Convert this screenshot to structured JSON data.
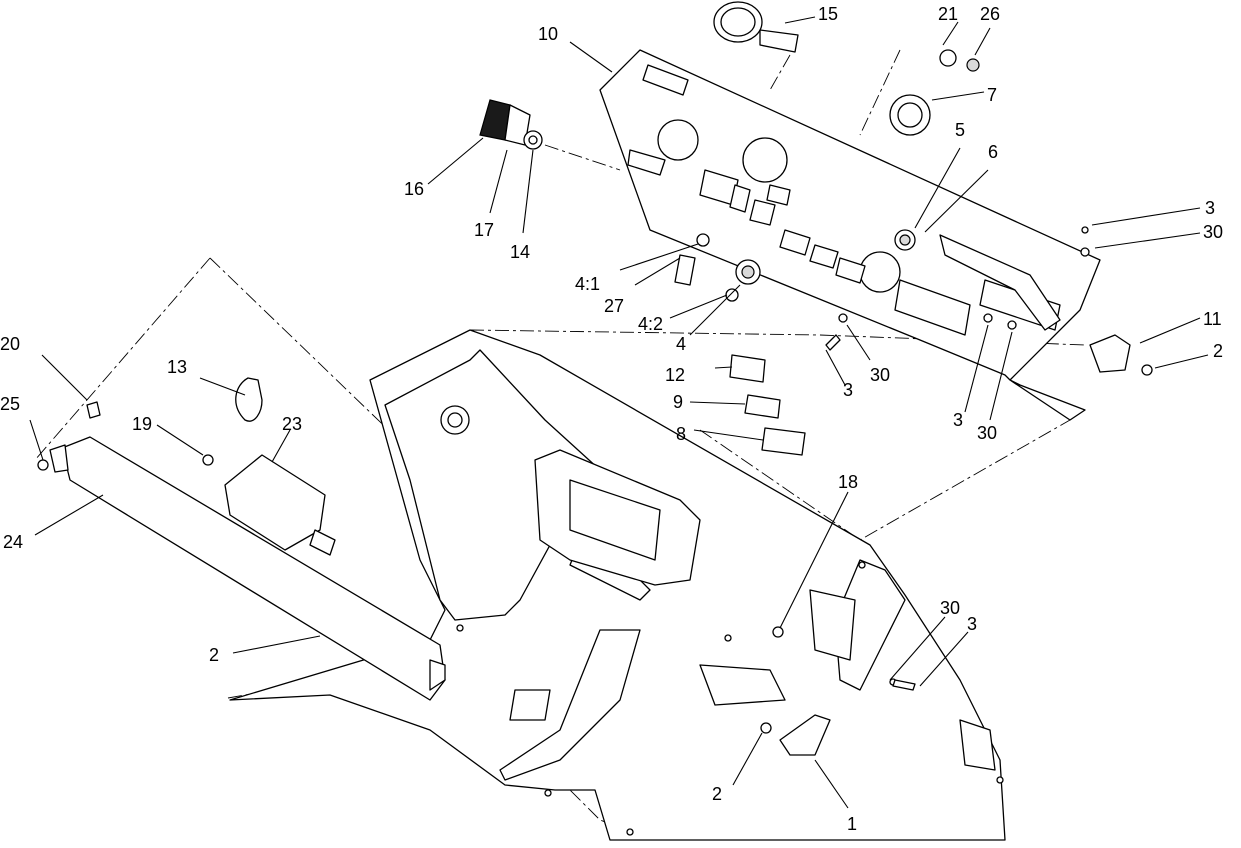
{
  "callouts": {
    "c1": "1",
    "c2a": "2",
    "c2b": "2",
    "c2c": "2",
    "c3a": "3",
    "c3b": "3",
    "c3c": "3",
    "c3d": "3",
    "c4": "4",
    "c4_1": "4:1",
    "c4_2": "4:2",
    "c5": "5",
    "c6": "6",
    "c7": "7",
    "c8": "8",
    "c9": "9",
    "c10": "10",
    "c11": "11",
    "c12": "12",
    "c13": "13",
    "c14": "14",
    "c15": "15",
    "c16": "16",
    "c17": "17",
    "c18": "18",
    "c19": "19",
    "c20": "20",
    "c21": "21",
    "c23": "23",
    "c24": "24",
    "c25": "25",
    "c26": "26",
    "c27": "27",
    "c30a": "30",
    "c30b": "30",
    "c30c": "30",
    "c30d": "30"
  }
}
